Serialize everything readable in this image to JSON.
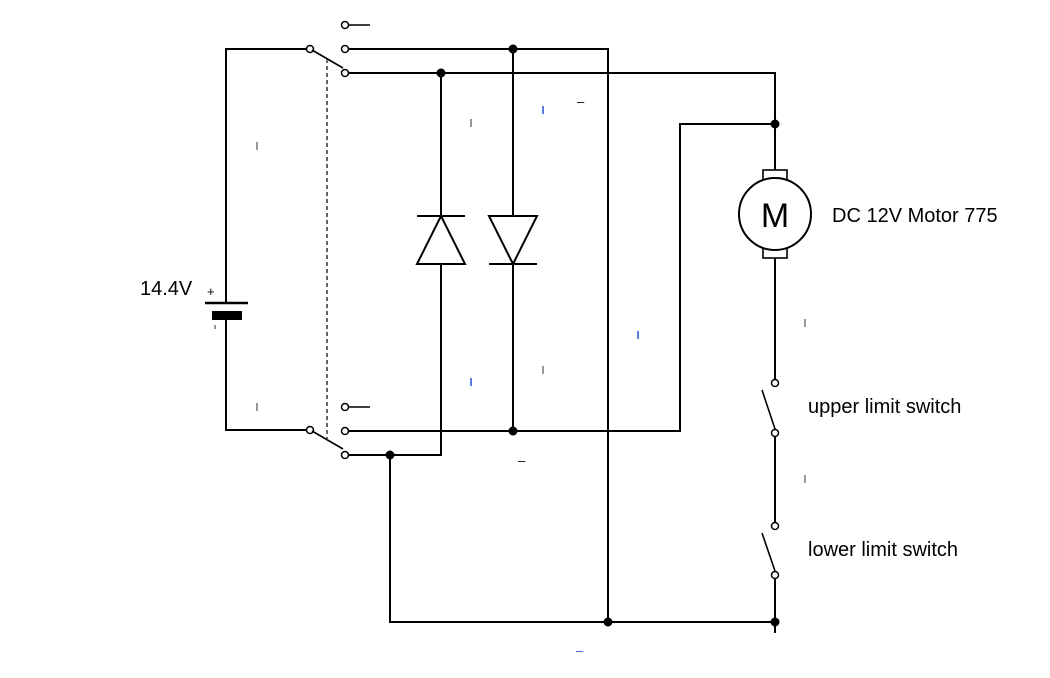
{
  "battery": {
    "voltage_label": "14.4V",
    "plus_sign": "+"
  },
  "motor": {
    "symbol": "M",
    "label": "DC 12V Motor 775"
  },
  "switches": {
    "upper": {
      "label": "upper limit switch"
    },
    "lower": {
      "label": "lower limit switch"
    }
  },
  "polarity_marks": {
    "top_minus": "–",
    "mid_minus": "–",
    "bottom_minus": "–"
  },
  "colors": {
    "wire": "#000000",
    "accent_tick": "#2255cc"
  }
}
